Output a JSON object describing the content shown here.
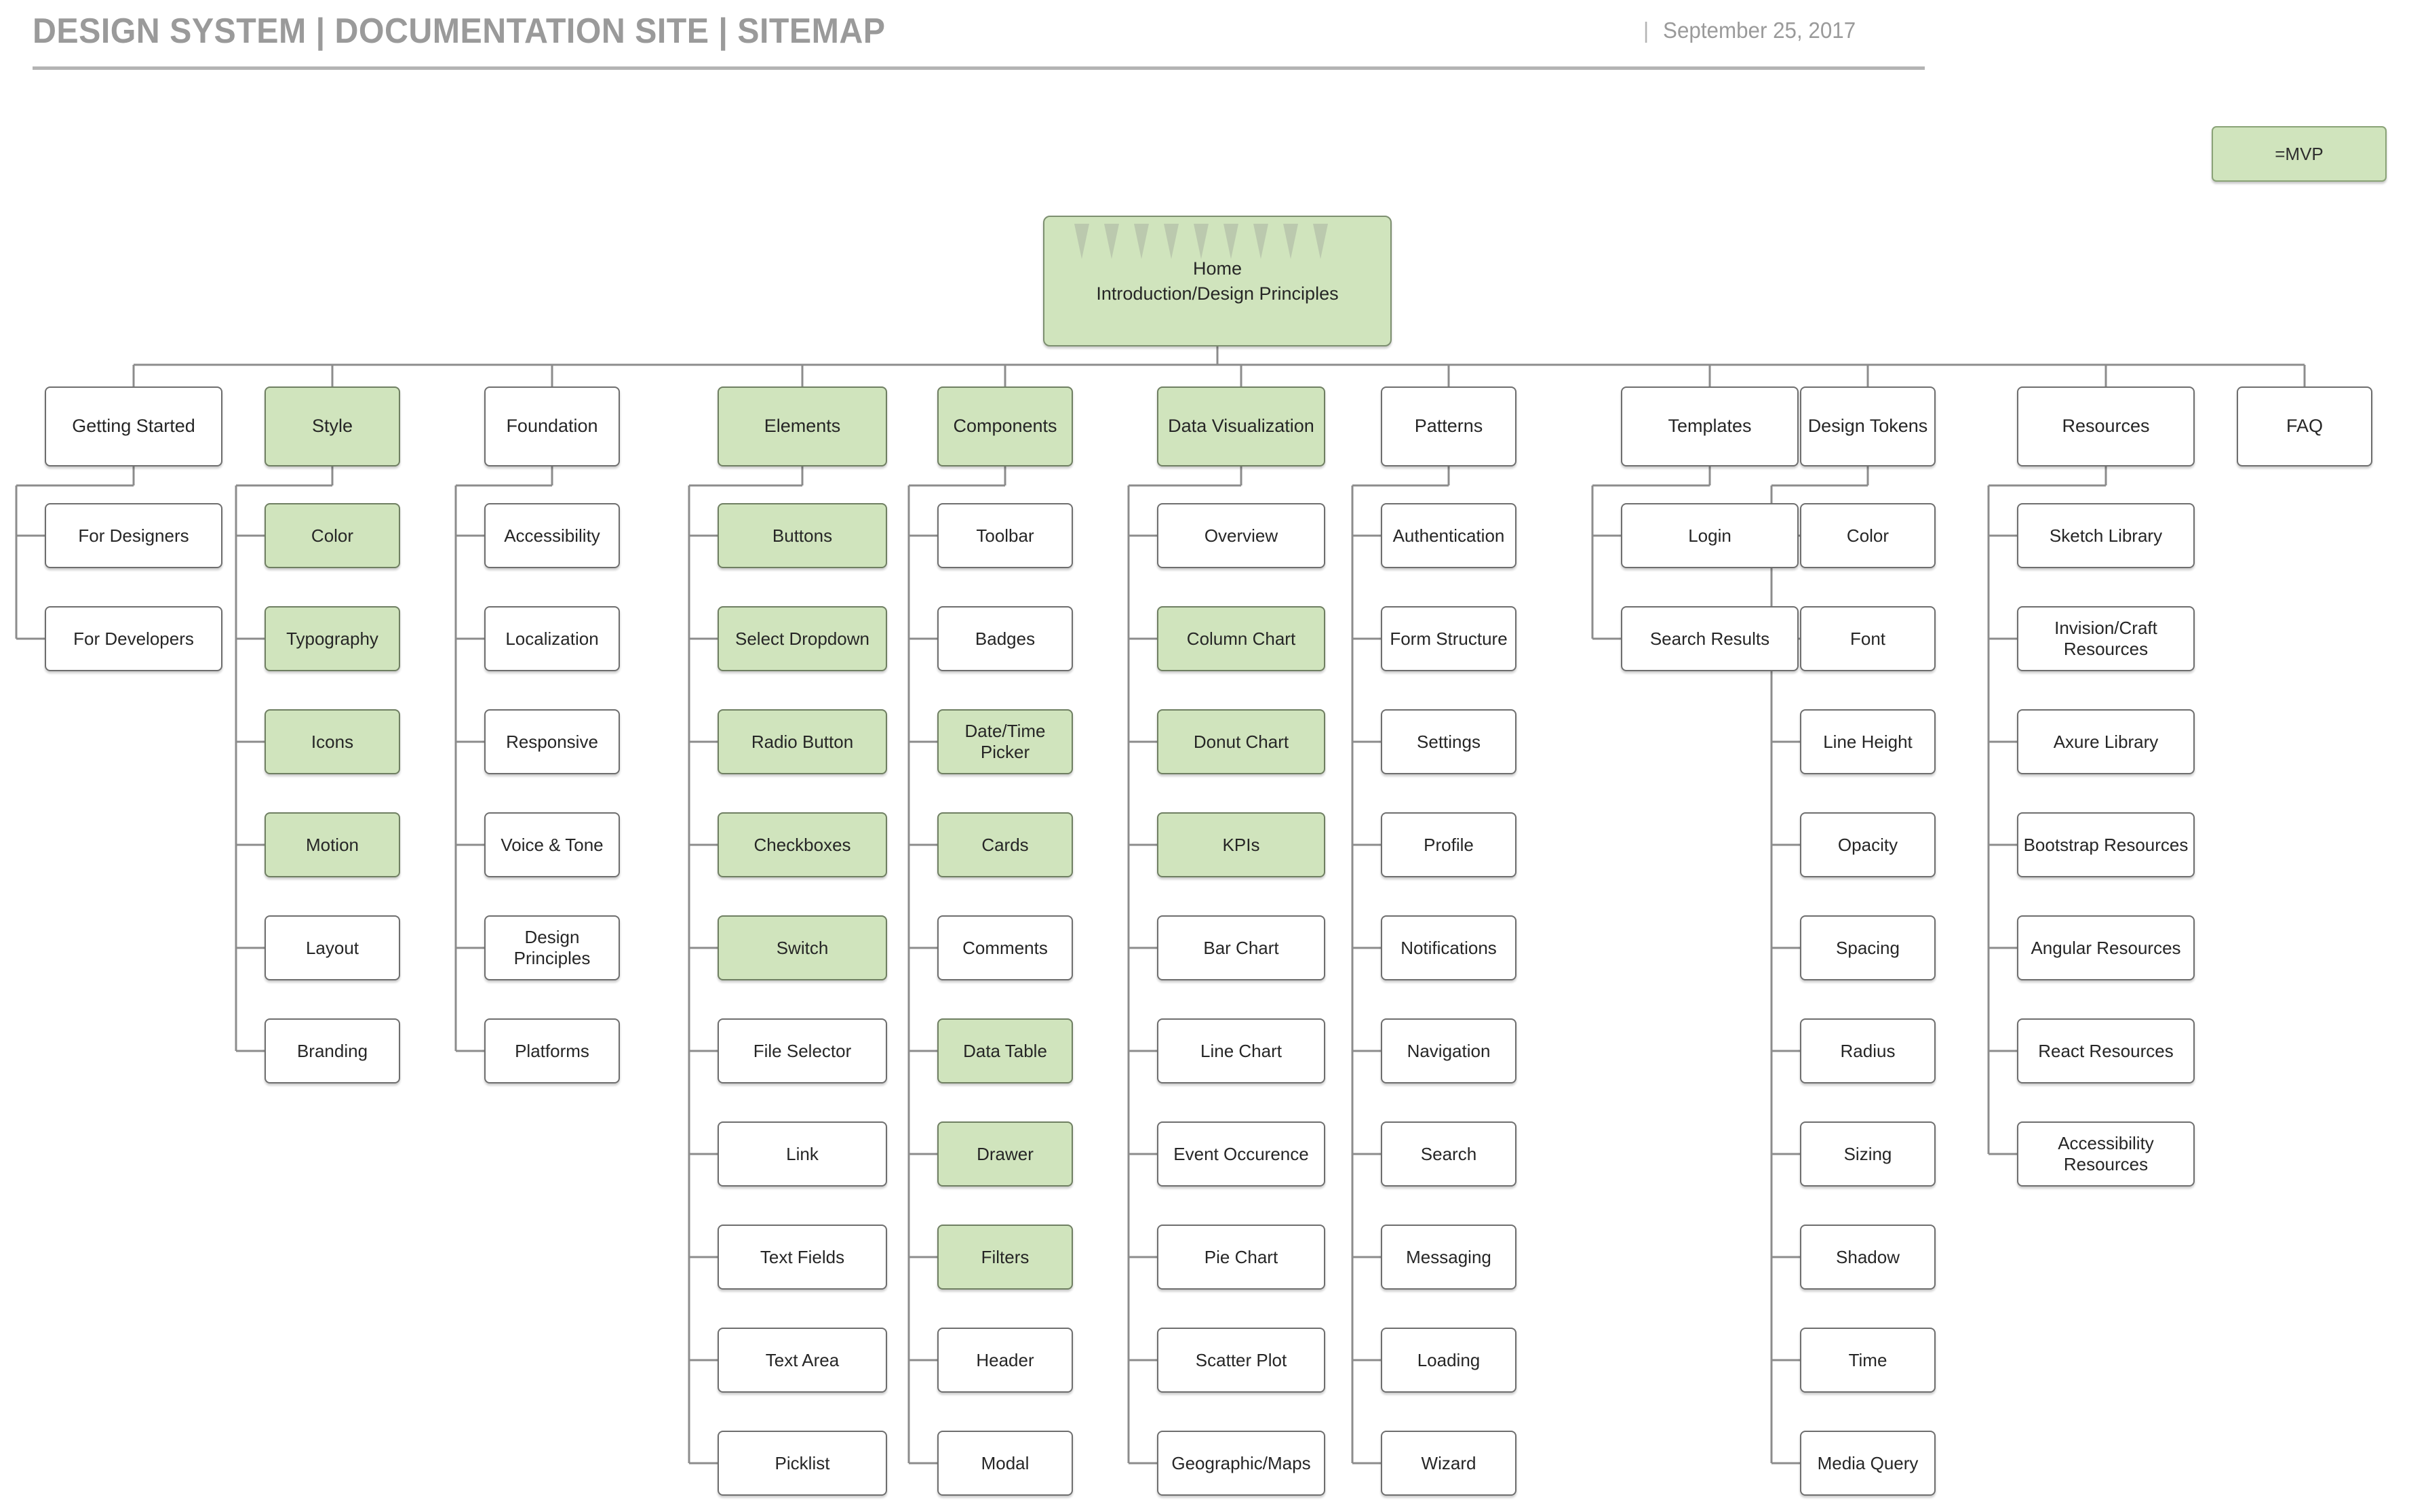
{
  "header": {
    "title": "DESIGN SYSTEM  |  DOCUMENTATION SITE  |  SITEMAP",
    "divider": "|",
    "date": "September 25, 2017"
  },
  "legend": {
    "label": "=MVP",
    "mvp_fill": "#d0e4bd",
    "mvp_border": "#8aa377",
    "default_fill": "#ffffff",
    "default_border": "#6e6e6e"
  },
  "diagram": {
    "type": "sitemap-tree",
    "root": {
      "id": "home",
      "label": "Home\nIntroduction/Design Principles",
      "line1": "Home",
      "line2": "Introduction/Design Principles",
      "mvp": true
    },
    "columns": [
      {
        "id": "getting-started",
        "label": "Getting Started",
        "mvp": false,
        "children": [
          {
            "label": "For Designers",
            "mvp": false
          },
          {
            "label": "For Developers",
            "mvp": false
          }
        ]
      },
      {
        "id": "style",
        "label": "Style",
        "mvp": true,
        "children": [
          {
            "label": "Color",
            "mvp": true
          },
          {
            "label": "Typography",
            "mvp": true
          },
          {
            "label": "Icons",
            "mvp": true
          },
          {
            "label": "Motion",
            "mvp": true
          },
          {
            "label": "Layout",
            "mvp": false
          },
          {
            "label": "Branding",
            "mvp": false
          }
        ]
      },
      {
        "id": "foundation",
        "label": "Foundation",
        "mvp": false,
        "children": [
          {
            "label": "Accessibility",
            "mvp": false
          },
          {
            "label": "Localization",
            "mvp": false
          },
          {
            "label": "Responsive",
            "mvp": false
          },
          {
            "label": "Voice & Tone",
            "mvp": false
          },
          {
            "label": "Design Principles",
            "mvp": false
          },
          {
            "label": "Platforms",
            "mvp": false
          }
        ]
      },
      {
        "id": "elements",
        "label": "Elements",
        "mvp": true,
        "children": [
          {
            "label": "Buttons",
            "mvp": true
          },
          {
            "label": "Select Dropdown",
            "mvp": true
          },
          {
            "label": "Radio Button",
            "mvp": true
          },
          {
            "label": "Checkboxes",
            "mvp": true
          },
          {
            "label": "Switch",
            "mvp": true
          },
          {
            "label": "File Selector",
            "mvp": false
          },
          {
            "label": "Link",
            "mvp": false
          },
          {
            "label": "Text Fields",
            "mvp": false
          },
          {
            "label": "Text Area",
            "mvp": false
          },
          {
            "label": "Picklist",
            "mvp": false
          }
        ]
      },
      {
        "id": "components",
        "label": "Components",
        "mvp": true,
        "children": [
          {
            "label": "Toolbar",
            "mvp": false
          },
          {
            "label": "Badges",
            "mvp": false
          },
          {
            "label": "Date/Time Picker",
            "mvp": true
          },
          {
            "label": "Cards",
            "mvp": true
          },
          {
            "label": "Comments",
            "mvp": false
          },
          {
            "label": "Data Table",
            "mvp": true
          },
          {
            "label": "Drawer",
            "mvp": true
          },
          {
            "label": "Filters",
            "mvp": true
          },
          {
            "label": "Header",
            "mvp": false
          },
          {
            "label": "Modal",
            "mvp": false
          }
        ]
      },
      {
        "id": "data-visualization",
        "label": "Data Visualization",
        "mvp": true,
        "children": [
          {
            "label": "Overview",
            "mvp": false
          },
          {
            "label": "Column Chart",
            "mvp": true
          },
          {
            "label": "Donut Chart",
            "mvp": true
          },
          {
            "label": "KPIs",
            "mvp": true
          },
          {
            "label": "Bar Chart",
            "mvp": false
          },
          {
            "label": "Line Chart",
            "mvp": false
          },
          {
            "label": "Event Occurence",
            "mvp": false
          },
          {
            "label": "Pie Chart",
            "mvp": false
          },
          {
            "label": "Scatter Plot",
            "mvp": false
          },
          {
            "label": "Geographic/Maps",
            "mvp": false
          }
        ]
      },
      {
        "id": "patterns",
        "label": "Patterns",
        "mvp": false,
        "children": [
          {
            "label": "Authentication",
            "mvp": false
          },
          {
            "label": "Form Structure",
            "mvp": false
          },
          {
            "label": "Settings",
            "mvp": false
          },
          {
            "label": "Profile",
            "mvp": false
          },
          {
            "label": "Notifications",
            "mvp": false
          },
          {
            "label": "Navigation",
            "mvp": false
          },
          {
            "label": "Search",
            "mvp": false
          },
          {
            "label": "Messaging",
            "mvp": false
          },
          {
            "label": "Loading",
            "mvp": false
          },
          {
            "label": "Wizard",
            "mvp": false
          }
        ]
      },
      {
        "id": "templates",
        "label": "Templates",
        "mvp": false,
        "children": [
          {
            "label": "Login",
            "mvp": false
          },
          {
            "label": "Search Results",
            "mvp": false
          }
        ]
      },
      {
        "id": "design-tokens",
        "label": "Design Tokens",
        "mvp": false,
        "children": [
          {
            "label": "Color",
            "mvp": false
          },
          {
            "label": "Font",
            "mvp": false
          },
          {
            "label": "Line Height",
            "mvp": false
          },
          {
            "label": "Opacity",
            "mvp": false
          },
          {
            "label": "Spacing",
            "mvp": false
          },
          {
            "label": "Radius",
            "mvp": false
          },
          {
            "label": "Sizing",
            "mvp": false
          },
          {
            "label": "Shadow",
            "mvp": false
          },
          {
            "label": "Time",
            "mvp": false
          },
          {
            "label": "Media Query",
            "mvp": false
          }
        ]
      },
      {
        "id": "resources",
        "label": "Resources",
        "mvp": false,
        "children": [
          {
            "label": "Sketch Library",
            "mvp": false
          },
          {
            "label": "Invision/Craft Resources",
            "mvp": false
          },
          {
            "label": "Axure Library",
            "mvp": false
          },
          {
            "label": "Bootstrap Resources",
            "mvp": false
          },
          {
            "label": "Angular Resources",
            "mvp": false
          },
          {
            "label": "React Resources",
            "mvp": false
          },
          {
            "label": "Accessibility Resources",
            "mvp": false
          }
        ]
      },
      {
        "id": "faq",
        "label": "FAQ",
        "mvp": false,
        "children": []
      }
    ]
  }
}
